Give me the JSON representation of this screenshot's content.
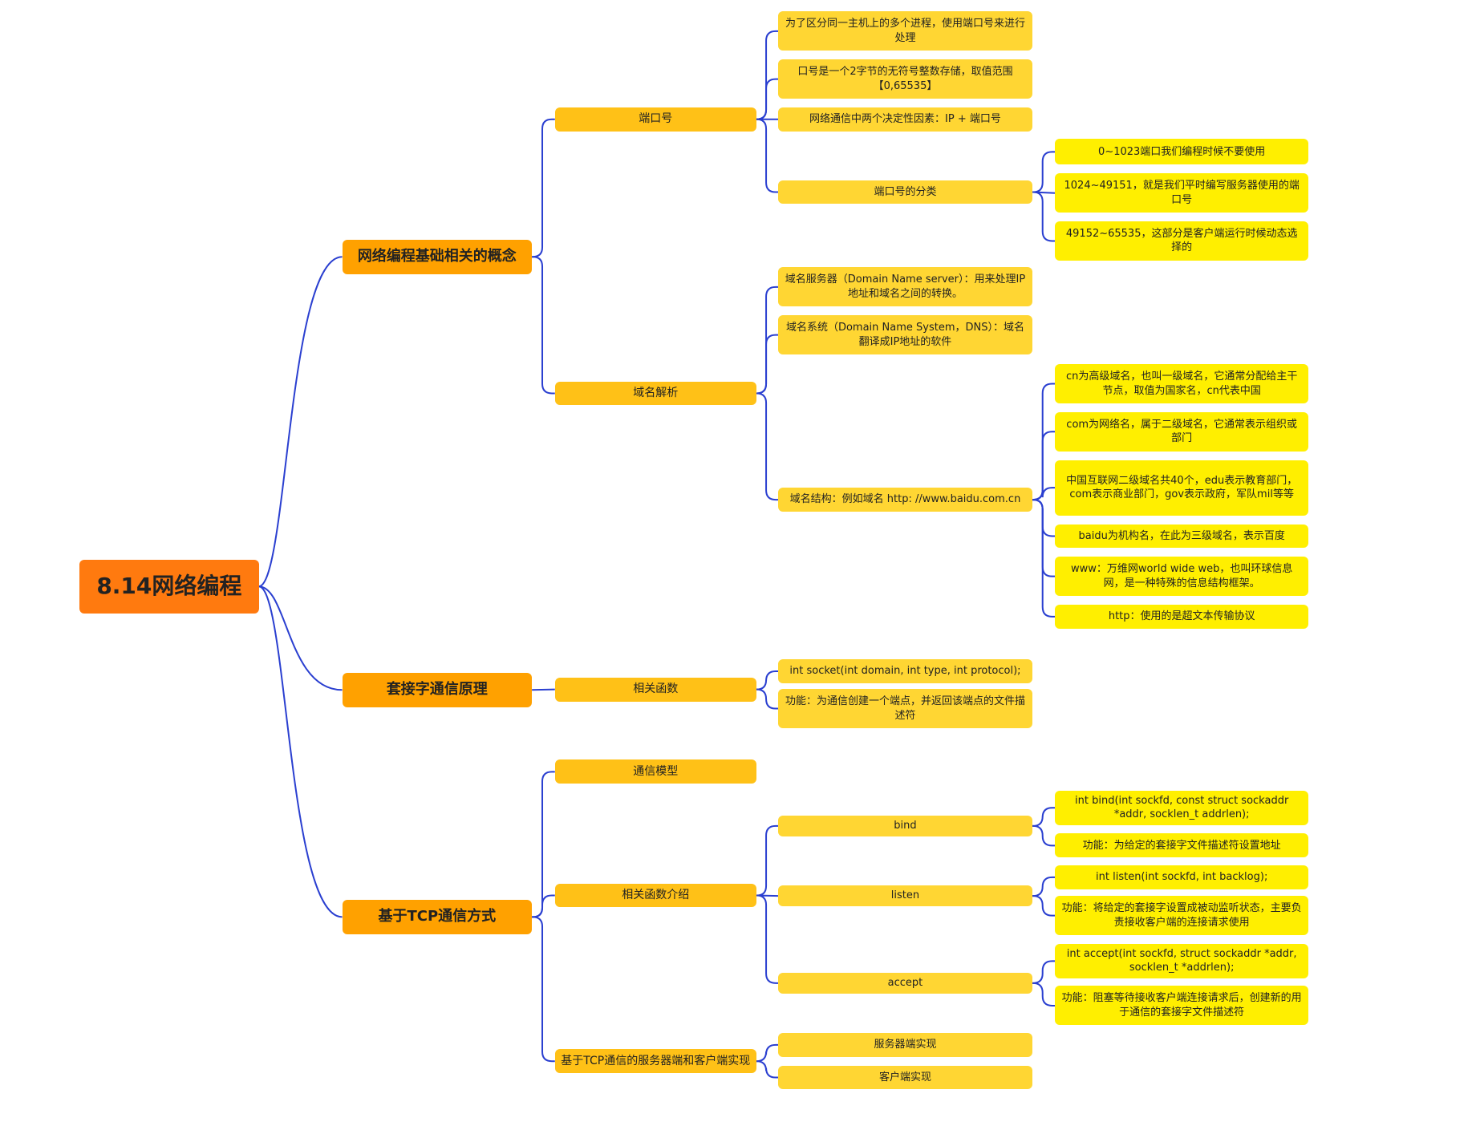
{
  "colors": {
    "root": "#ff7a0f",
    "level1": "#ffa100",
    "level2": "#ffc117",
    "level3": "#ffd633",
    "level4": "#ffef00",
    "connector": "#2a3fd0"
  },
  "mindmap": {
    "id": "root",
    "label": "8.14网络编程",
    "children": [
      {
        "id": "basics",
        "label": "网络编程基础相关的概念",
        "children": [
          {
            "id": "port",
            "label": "端口号",
            "children": [
              {
                "id": "port-1",
                "label": "为了区分同一主机上的多个进程，使用端口号来进行处理"
              },
              {
                "id": "port-2",
                "label": "口号是一个2字节的无符号整数存储，取值范围【0,65535】"
              },
              {
                "id": "port-3",
                "label": "网络通信中两个决定性因素：IP + 端口号"
              },
              {
                "id": "port-class",
                "label": "端口号的分类",
                "children": [
                  {
                    "id": "pc-1",
                    "label": "0~1023端口我们编程时候不要使用"
                  },
                  {
                    "id": "pc-2",
                    "label": "1024~49151，就是我们平时编写服务器使用的端口号"
                  },
                  {
                    "id": "pc-3",
                    "label": "49152~65535，这部分是客户端运行时候动态选择的"
                  }
                ]
              }
            ]
          },
          {
            "id": "dns",
            "label": "域名解析",
            "children": [
              {
                "id": "dns-1",
                "label": "域名服务器（Domain Name server）：用来处理IP地址和域名之间的转换。"
              },
              {
                "id": "dns-2",
                "label": "域名系统（Domain Name System，DNS）：域名翻译成IP地址的软件"
              },
              {
                "id": "dns-struct",
                "label": "域名结构：例如域名 http: //www.baidu.com.cn",
                "children": [
                  {
                    "id": "ds-1",
                    "label": "cn为高级域名，也叫一级域名，它通常分配给主干节点，取值为国家名，cn代表中国"
                  },
                  {
                    "id": "ds-2",
                    "label": "com为网络名，属于二级域名，它通常表示组织或部门"
                  },
                  {
                    "id": "ds-3",
                    "label": "中国互联网二级域名共40个，edu表示教育部门，com表示商业部门，gov表示政府，军队mil等等"
                  },
                  {
                    "id": "ds-4",
                    "label": "baidu为机构名，在此为三级域名，表示百度"
                  },
                  {
                    "id": "ds-5",
                    "label": "www：万维网world wide web，也叫环球信息网，是一种特殊的信息结构框架。"
                  },
                  {
                    "id": "ds-6",
                    "label": "http：使用的是超文本传输协议"
                  }
                ]
              }
            ]
          }
        ]
      },
      {
        "id": "socket",
        "label": "套接字通信原理",
        "children": [
          {
            "id": "sock-fn",
            "label": "相关函数",
            "children": [
              {
                "id": "sf-1",
                "label": "int socket(int domain, int type, int protocol);"
              },
              {
                "id": "sf-2",
                "label": "功能：为通信创建一个端点，并返回该端点的文件描述符"
              }
            ]
          }
        ]
      },
      {
        "id": "tcp",
        "label": "基于TCP通信方式",
        "children": [
          {
            "id": "tcp-model",
            "label": "通信模型"
          },
          {
            "id": "tcp-fn",
            "label": "相关函数介绍",
            "children": [
              {
                "id": "bind",
                "label": "bind",
                "children": [
                  {
                    "id": "bind-1",
                    "label": "int bind(int sockfd, const struct sockaddr *addr, socklen_t addrlen);"
                  },
                  {
                    "id": "bind-2",
                    "label": "功能：为给定的套接字文件描述符设置地址"
                  }
                ]
              },
              {
                "id": "listen",
                "label": "listen",
                "children": [
                  {
                    "id": "listen-1",
                    "label": "int listen(int sockfd, int backlog);"
                  },
                  {
                    "id": "listen-2",
                    "label": "功能：将给定的套接字设置成被动监听状态，主要负责接收客户端的连接请求使用"
                  }
                ]
              },
              {
                "id": "accept",
                "label": "accept",
                "children": [
                  {
                    "id": "accept-1",
                    "label": "int accept(int sockfd, struct sockaddr *addr, socklen_t *addrlen);"
                  },
                  {
                    "id": "accept-2",
                    "label": "功能：阻塞等待接收客户端连接请求后，创建新的用于通信的套接字文件描述符"
                  }
                ]
              }
            ]
          },
          {
            "id": "tcp-impl",
            "label": "基于TCP通信的服务器端和客户端实现",
            "children": [
              {
                "id": "impl-server",
                "label": "服务器端实现"
              },
              {
                "id": "impl-client",
                "label": "客户端实现"
              }
            ]
          }
        ]
      }
    ]
  }
}
